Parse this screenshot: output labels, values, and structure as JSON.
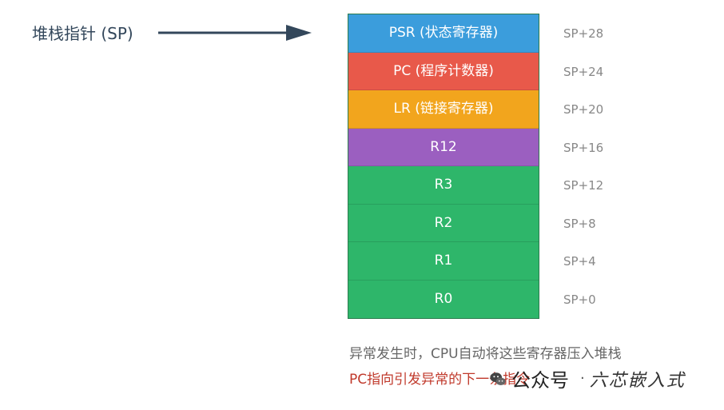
{
  "pointer": {
    "label": "堆栈指针 (SP)",
    "arrow_color": "#33475b"
  },
  "stack": [
    {
      "label": "PSR (状态寄存器)",
      "offset": "SP+28",
      "color": "#3b9ddc"
    },
    {
      "label": "PC (程序计数器)",
      "offset": "SP+24",
      "color": "#e8594a"
    },
    {
      "label": "LR (链接寄存器)",
      "offset": "SP+20",
      "color": "#f2a51d"
    },
    {
      "label": "R12",
      "offset": "SP+16",
      "color": "#9b5fc0"
    },
    {
      "label": "R3",
      "offset": "SP+12",
      "color": "#2eb66a"
    },
    {
      "label": "R2",
      "offset": "SP+8",
      "color": "#2eb66a"
    },
    {
      "label": "R1",
      "offset": "SP+4",
      "color": "#2eb66a"
    },
    {
      "label": "R0",
      "offset": "SP+0",
      "color": "#2eb66a"
    }
  ],
  "notes": {
    "line1": "异常发生时，CPU自动将这些寄存器压入堆栈",
    "line2": "PC指向引发异常的下一条指令"
  },
  "watermark": {
    "platform": "公众号",
    "separator": "·",
    "name": "六芯嵌入式",
    "icon": "wechat-icon"
  }
}
